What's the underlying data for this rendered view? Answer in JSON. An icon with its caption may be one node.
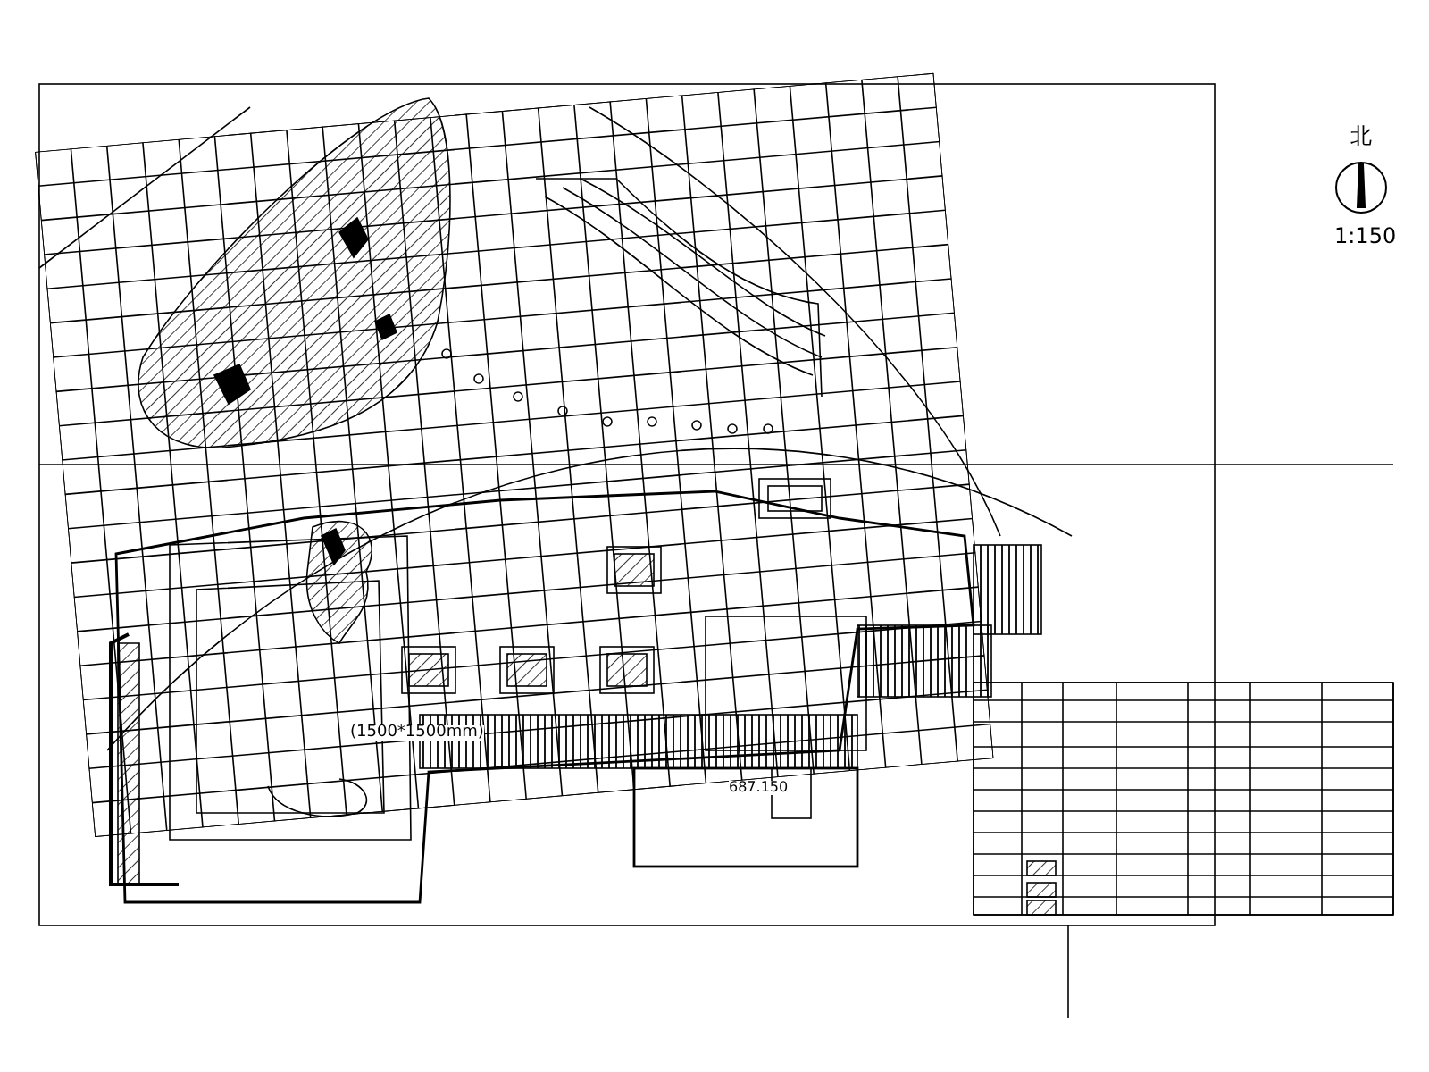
{
  "diagram": {
    "labels": [
      "北",
      "1:150",
      "(1500*1500mm)",
      "687.150"
    ]
  }
}
